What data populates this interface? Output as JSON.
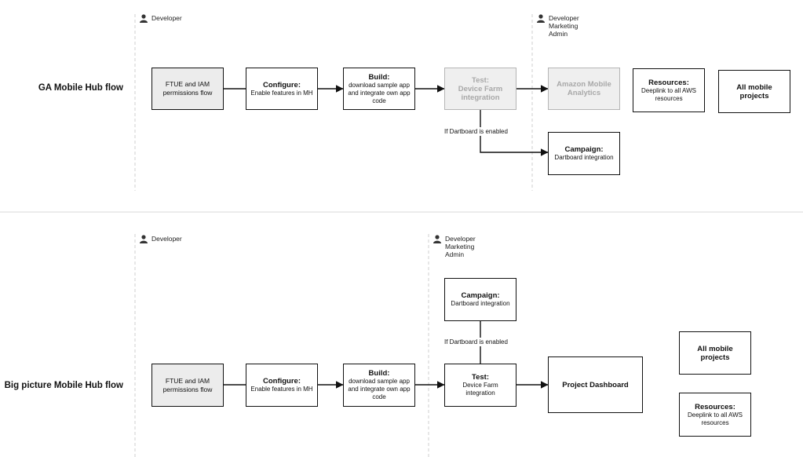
{
  "colors": {
    "line": "#111111",
    "shaded": "#ececec",
    "ghost_border": "#b5b5b5",
    "ghost_text": "#a8a8a8",
    "separator": "#d9d9d9"
  },
  "icons": {
    "role": "user-icon"
  },
  "ga": {
    "title": "GA Mobile Hub flow",
    "role_developer": "Developer",
    "role_multi": [
      "Developer",
      "Marketing",
      "Admin"
    ],
    "ftue": "FTUE and IAM permissions flow",
    "configure": {
      "title": "Configure:",
      "sub": "Enable features in MH"
    },
    "build": {
      "title": "Build:",
      "sub": "download sample app and integrate own app code"
    },
    "test": {
      "title": "Test:",
      "sub": "Device Farm integration"
    },
    "analytics": "Amazon Mobile Analytics",
    "resources": {
      "title": "Resources:",
      "sub": "Deeplink to all AWS resources"
    },
    "all_projects": "All mobile projects",
    "condition": "If Dartboard is enabled",
    "campaign": {
      "title": "Campaign:",
      "sub": "Dartboard integration"
    }
  },
  "big": {
    "title": "Big picture Mobile Hub flow",
    "role_developer": "Developer",
    "role_multi": [
      "Developer",
      "Marketing",
      "Admin"
    ],
    "ftue": "FTUE and IAM permissions flow",
    "configure": {
      "title": "Configure:",
      "sub": "Enable features in MH"
    },
    "build": {
      "title": "Build:",
      "sub": "download sample app and integrate own app code"
    },
    "test": {
      "title": "Test:",
      "sub": "Device Farm integration"
    },
    "campaign": {
      "title": "Campaign:",
      "sub": "Dartboard integration"
    },
    "condition": "If Dartboard is enabled",
    "dashboard": "Project Dashboard",
    "all_projects": "All mobile projects",
    "resources": {
      "title": "Resources:",
      "sub": "Deeplink to all AWS resources"
    }
  }
}
